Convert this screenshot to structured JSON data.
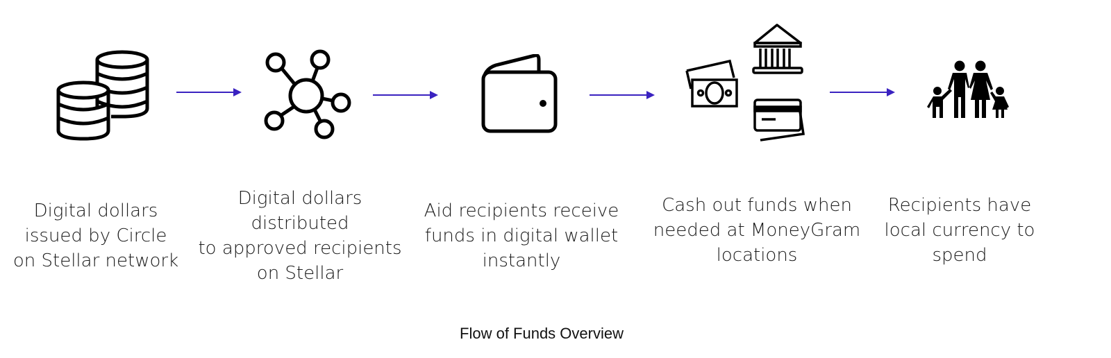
{
  "diagram": {
    "caption": "Flow of Funds Overview",
    "arrow_color": "#3a22c0",
    "steps": [
      {
        "icon": "coin-stacks-icon",
        "lines": [
          "Digital dollars",
          "issued by Circle",
          "on Stellar network"
        ]
      },
      {
        "icon": "network-hub-icon",
        "lines": [
          "Digital dollars",
          "distributed",
          "to approved recipients",
          "on Stellar"
        ]
      },
      {
        "icon": "wallet-icon",
        "lines": [
          "Aid recipients receive",
          "funds in digital wallet",
          "instantly"
        ]
      },
      {
        "icon": "cash-bank-card-icon",
        "lines": [
          "Cash out funds when",
          "needed at MoneyGram",
          "locations"
        ]
      },
      {
        "icon": "family-icon",
        "lines": [
          "Recipients have",
          "local currency to",
          "spend"
        ]
      }
    ]
  }
}
